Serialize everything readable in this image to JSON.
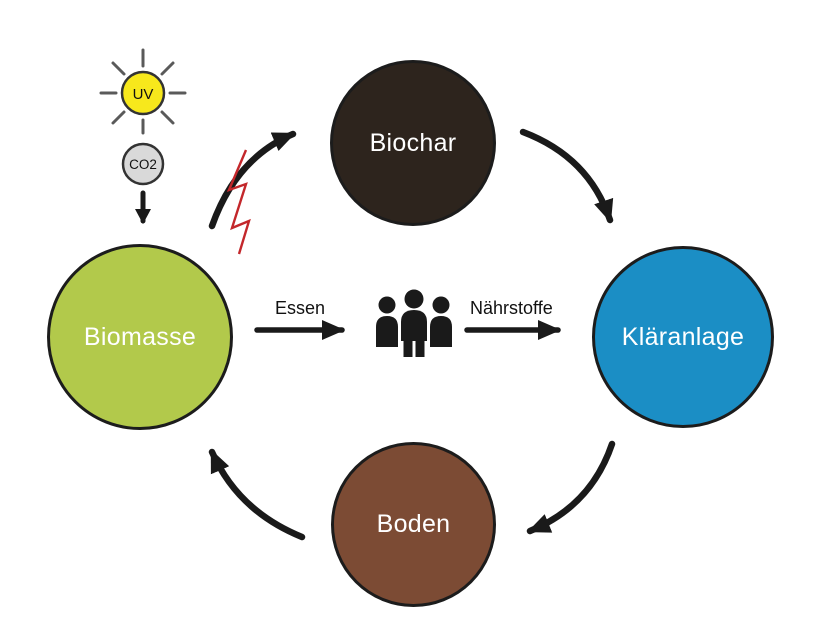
{
  "diagram": {
    "background": "#ffffff",
    "nodes": {
      "biomasse": {
        "label": "Biomasse",
        "color": "#b2c94b"
      },
      "biochar": {
        "label": "Biochar",
        "color": "#2d241d"
      },
      "klaeranlage": {
        "label": "Kläranlage",
        "color": "#1b8ec5"
      },
      "boden": {
        "label": "Boden",
        "color": "#7c4b34"
      }
    },
    "flow_labels": {
      "essen": "Essen",
      "naehrstoffe": "Nährstoffe"
    },
    "inputs": {
      "uv_label": "UV",
      "uv_color": "#f7e81c",
      "co2_label": "CO2",
      "co2_color": "#d9d9d9"
    },
    "accents": {
      "arrow_color": "#1a1a1a",
      "bolt_color": "#c3272b"
    }
  }
}
